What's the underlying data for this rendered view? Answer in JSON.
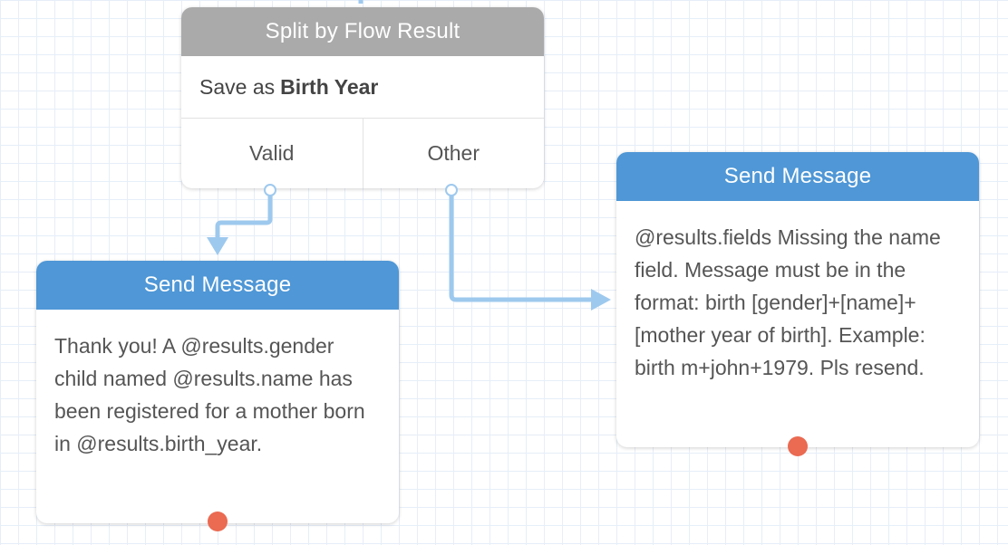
{
  "split_node": {
    "title": "Split by Flow Result",
    "save_prefix": "Save as",
    "save_name": "Birth Year",
    "exits": [
      {
        "label": "Valid"
      },
      {
        "label": "Other"
      }
    ]
  },
  "message_left": {
    "title": "Send Message",
    "text": "Thank you! A @results.gender child named @results.name has been registered for a mother born in @results.birth_year."
  },
  "message_right": {
    "title": "Send Message",
    "text": "@results.fields Missing the name field. Message must be in the format: birth [gender]+[name]+[mother year of birth]. Example: birth m+john+1979. Pls resend."
  },
  "colors": {
    "connector": "#9ec9ee",
    "header_blue": "#4f97d6",
    "header_gray": "#aaaaaa",
    "exit_dot": "#ea6a52"
  }
}
